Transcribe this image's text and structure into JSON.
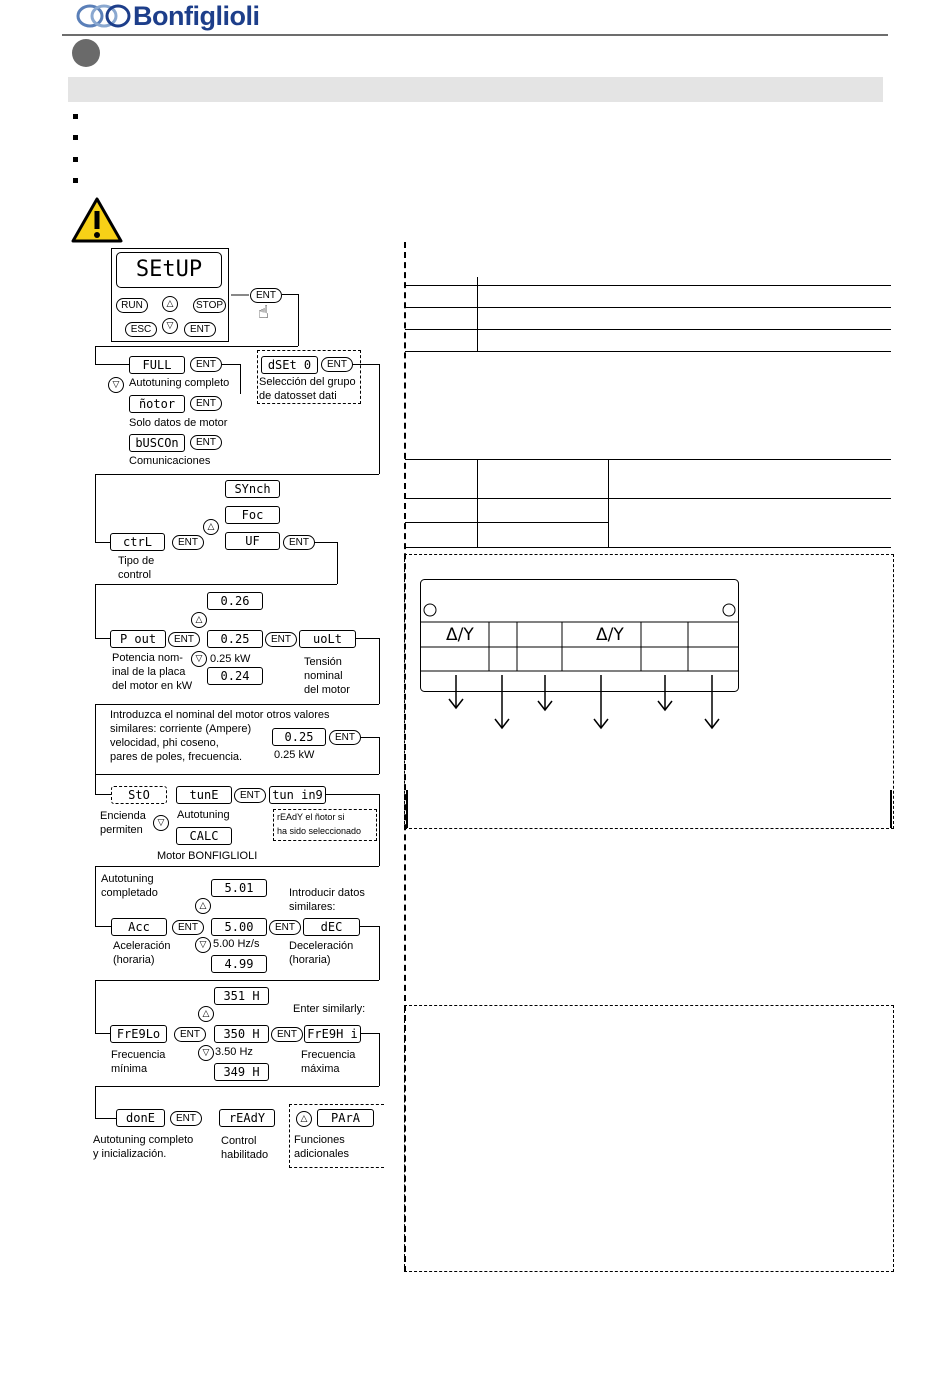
{
  "header": {
    "brand": "Bonfiglioli"
  },
  "bullets": [
    "",
    "",
    "",
    ""
  ],
  "flow": {
    "setup_display": "SEtUP",
    "keypad": {
      "run": "RUN",
      "stop": "STOP",
      "esc": "ESC",
      "ent": "ENT",
      "up": "△",
      "down": "▽"
    },
    "ent": "ENT",
    "full": "FULL",
    "full_label": "Autotuning completo",
    "motor": "ñotor",
    "motor_label": "Solo datos de motor",
    "buscon": "bUSCOn",
    "buscon_label": "Comunicaciones",
    "dset": "dSEt 0",
    "dset_label1": "Selección del grupo",
    "dset_label2": "de datosset dati",
    "synch": "SYnch",
    "foc": "Foc",
    "ctrl": "ctrL",
    "uf": "UF",
    "ctrl_label1": "Tipo de",
    "ctrl_label2": "control",
    "p026": "0.26",
    "pout": "P out",
    "p025": "0.25",
    "p024": "0.24",
    "volt": "uoLt",
    "pout_label1": "Potencia nom-",
    "pout_label2": "inal de la placa",
    "pout_label3": "del motor en kW",
    "pout_value": "0.25 kW",
    "volt_label1": "Tensión",
    "volt_label2": "nominal",
    "volt_label3": "del motor",
    "intro1": "Introduzca el nominal del motor otros valores",
    "intro2": "similares: corriente (Ampere)",
    "intro3": "velocidad, phi coseno,",
    "intro4": "pares de poles, frecuencia.",
    "p025b": "0.25",
    "p025b_value": "0.25 kW",
    "sto": "StO",
    "tune": "tunE",
    "tuning": "tun in9",
    "calc": "CALC",
    "sto_label1": "Encienda",
    "sto_label2": "permiten",
    "tune_label": "Autotuning",
    "calc_label": "Motor BONFIGLIOLI",
    "ready_note1": "rEAdY el ñotor si",
    "ready_note2": "ha sido seleccionado",
    "done_label1": "Autotuning",
    "done_label2": "completado",
    "v501": "5.01",
    "acc": "Acc",
    "v500": "5.00",
    "dec": "dEC",
    "v499": "4.99",
    "acc_label1": "Aceleración",
    "acc_label2": "(horaria)",
    "acc_value": "5.00 Hz/s",
    "similar1": "Introducir datos",
    "similar2": "similares:",
    "dec_label1": "Deceleración",
    "dec_label2": "(horaria)",
    "v351": "351 H",
    "freqlo": "FrE9Lo",
    "v350": "350 H",
    "freqhi": "FrE9H i",
    "v349": "349 H",
    "enter_similarly": "Enter similarly:",
    "freqlo_label1": "Frecuencia",
    "freqlo_label2": "mínima",
    "freq_value": "3.50 Hz",
    "freqhi_label1": "Frecuencia",
    "freqhi_label2": "máxima",
    "done": "donE",
    "ready": "rEAdY",
    "para": "PArA",
    "final_label1": "Autotuning completo",
    "final_label2": "y inicialización.",
    "control_label1": "Control",
    "control_label2": "habilitado",
    "funcs_label1": "Funciones",
    "funcs_label2": "adicionales"
  },
  "nameplate": {
    "delta_star_1": "Δ/Y",
    "delta_star_2": "Δ/Y"
  }
}
